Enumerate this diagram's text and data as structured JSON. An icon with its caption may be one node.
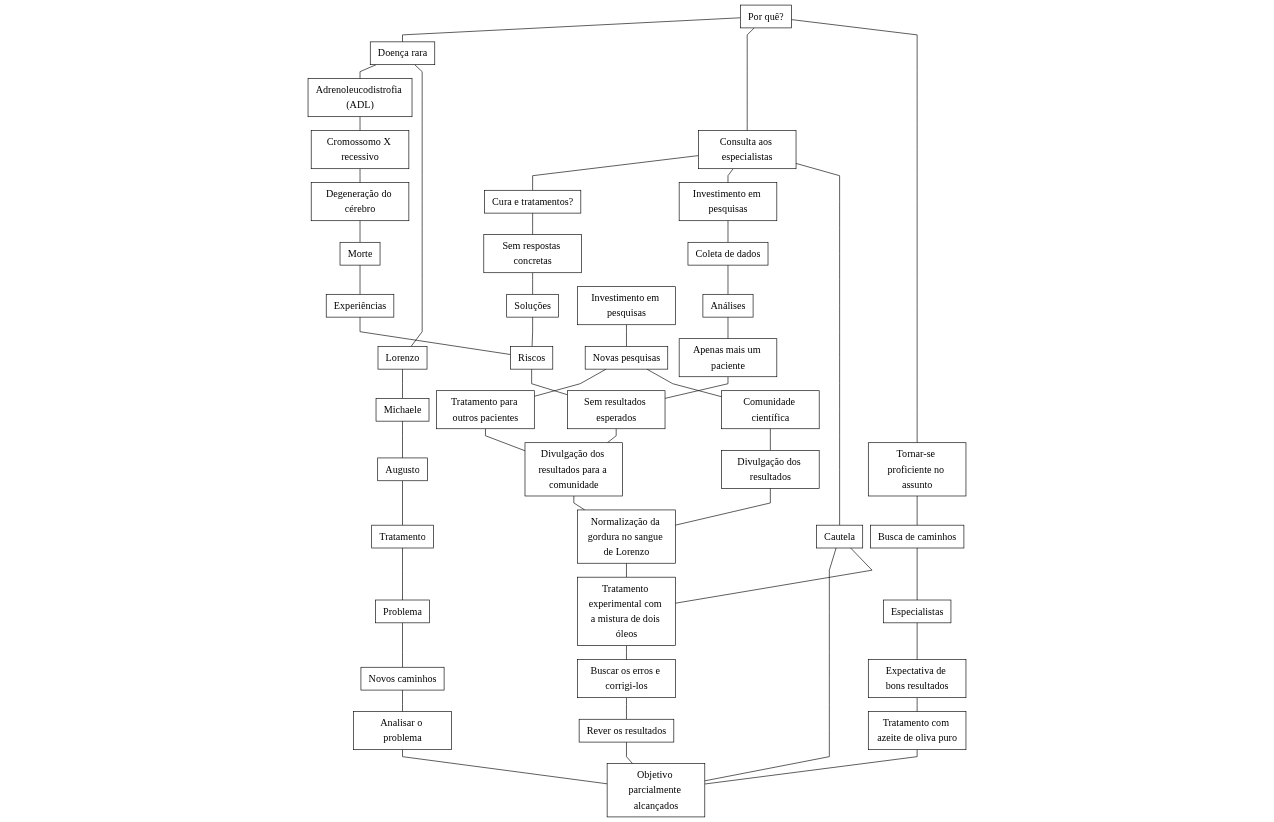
{
  "diagram": {
    "nodes": [
      {
        "text": [
          "Doença rara"
        ]
      },
      {
        "text": [
          "Adrenoleucodistrofia (ADL)"
        ]
      },
      {
        "text": [
          "Cromossomo X recessivo"
        ]
      },
      {
        "text": [
          "Degeneração do cérebro"
        ]
      },
      {
        "text": [
          "Morte"
        ]
      },
      {
        "text": [
          "Lorenzo"
        ]
      },
      {
        "text": [
          "Michaele"
        ]
      },
      {
        "text": [
          "Experiências"
        ]
      },
      {
        "text": [
          "Por quê?"
        ]
      },
      {
        "text": [
          "Consulta aos especialistas"
        ]
      },
      {
        "text": [
          "Cura e tratamentos?"
        ]
      },
      {
        "text": [
          "Sem respostas concretas"
        ]
      },
      {
        "text": [
          "Soluções"
        ]
      },
      {
        "text": [
          "Riscos"
        ]
      },
      {
        "text": [
          "Augusto"
        ]
      },
      {
        "text": [
          "Tornar-se proficiente no assunto"
        ]
      },
      {
        "text": [
          "Tratamento"
        ]
      },
      {
        "text": [
          "Investimento em pesquisas"
        ]
      },
      {
        "text": [
          "Coleta de dados"
        ]
      },
      {
        "text": [
          "Análises"
        ]
      },
      {
        "text": [
          "Apenas mais um paciente"
        ]
      },
      {
        "text": [
          "Sem resultados esperados"
        ]
      },
      {
        "text": [
          "Busca de caminhos"
        ]
      },
      {
        "text": [
          "Problema"
        ]
      },
      {
        "text": [
          "Cautela"
        ]
      },
      {
        "text": [
          "Investimento em pesquisas"
        ]
      },
      {
        "text": [
          "Novas pesquisas"
        ]
      },
      {
        "text": [
          "Tratamento para outros pacientes"
        ]
      },
      {
        "text": [
          "Divulgação dos resultados para a comunidade"
        ]
      },
      {
        "text": [
          "Especialistas"
        ]
      },
      {
        "text": [
          "Novos caminhos"
        ]
      },
      {
        "text": [
          "Comunidade científica"
        ]
      },
      {
        "text": [
          "Expectativa de bons resultados"
        ]
      },
      {
        "text": [
          "Analisar o problema"
        ]
      },
      {
        "text": [
          "Divulgação dos resultados"
        ]
      },
      {
        "text": [
          "Normalização da gordura no sangue de Lorenzo"
        ]
      },
      {
        "text": [
          "Tratamento com azeite de oliva puro"
        ]
      },
      {
        "text": [
          "Objetivo parcialmente alcançados"
        ]
      },
      {
        "text": [
          "Rever os resultados"
        ]
      },
      {
        "text": [
          "Buscar os erros e corrigi-los"
        ]
      },
      {
        "text": [
          "Tratamento experimental com a mistura de dois óleos"
        ]
      }
    ],
    "edges": [
      {
        "from": 8,
        "to": 0,
        "arrow": "none"
      },
      {
        "from": 0,
        "to": 1,
        "arrow": "none"
      },
      {
        "from": 1,
        "to": 2,
        "arrow": "none"
      },
      {
        "from": 2,
        "to": 3,
        "arrow": "none"
      },
      {
        "from": 3,
        "to": 4,
        "arrow": "none"
      },
      {
        "from": 4,
        "to": 7,
        "arrow": "none"
      },
      {
        "from": 7,
        "to": 13,
        "arrow": "none"
      },
      {
        "from": 0,
        "to": 5,
        "arrow": "none"
      },
      {
        "from": 5,
        "to": 6,
        "arrow": "none"
      },
      {
        "from": 6,
        "to": 14,
        "arrow": "none"
      },
      {
        "from": 14,
        "to": 16,
        "arrow": "none"
      },
      {
        "from": 16,
        "to": 23,
        "arrow": "none"
      },
      {
        "from": 23,
        "to": 30,
        "arrow": "none"
      },
      {
        "from": 30,
        "to": 33,
        "arrow": "none"
      },
      {
        "from": 33,
        "to": 37,
        "arrow": "none"
      },
      {
        "from": 8,
        "to": 9,
        "arrow": "none"
      },
      {
        "from": 9,
        "to": 10,
        "arrow": "none"
      },
      {
        "from": 10,
        "to": 11,
        "arrow": "none"
      },
      {
        "from": 11,
        "to": 12,
        "arrow": "none"
      },
      {
        "from": 12,
        "to": 13,
        "arrow": "none"
      },
      {
        "from": 9,
        "to": 17,
        "arrow": "none"
      },
      {
        "from": 17,
        "to": 18,
        "arrow": "none"
      },
      {
        "from": 18,
        "to": 19,
        "arrow": "none"
      },
      {
        "from": 19,
        "to": 20,
        "arrow": "none"
      },
      {
        "from": 20,
        "to": 21,
        "arrow": "none"
      },
      {
        "from": 13,
        "to": 21,
        "arrow": "none"
      },
      {
        "from": 21,
        "to": 28,
        "arrow": "none"
      },
      {
        "from": 8,
        "to": 15,
        "arrow": "none"
      },
      {
        "from": 15,
        "to": 22,
        "arrow": "none"
      },
      {
        "from": 22,
        "to": 29,
        "arrow": "none"
      },
      {
        "from": 29,
        "to": 32,
        "arrow": "none"
      },
      {
        "from": 32,
        "to": 36,
        "arrow": "none"
      },
      {
        "from": 36,
        "to": 37,
        "arrow": "none"
      },
      {
        "from": 9,
        "to": 24,
        "arrow": "none"
      },
      {
        "from": 24,
        "to": 37,
        "arrow": "none"
      },
      {
        "from": 24,
        "to": 40,
        "arrow": "none"
      },
      {
        "from": 25,
        "to": 26,
        "arrow": "none"
      },
      {
        "from": 26,
        "to": 27,
        "arrow": "none"
      },
      {
        "from": 27,
        "to": 28,
        "arrow": "none"
      },
      {
        "from": 26,
        "to": 31,
        "arrow": "none"
      },
      {
        "from": 31,
        "to": 34,
        "arrow": "none"
      },
      {
        "from": 34,
        "to": 35,
        "arrow": "none"
      },
      {
        "from": 28,
        "to": 35,
        "arrow": "none"
      },
      {
        "from": 35,
        "to": 40,
        "arrow": "none"
      },
      {
        "from": 40,
        "to": 39,
        "arrow": "none"
      },
      {
        "from": 39,
        "to": 38,
        "arrow": "none"
      },
      {
        "from": 38,
        "to": 37,
        "arrow": "none"
      }
    ]
  }
}
